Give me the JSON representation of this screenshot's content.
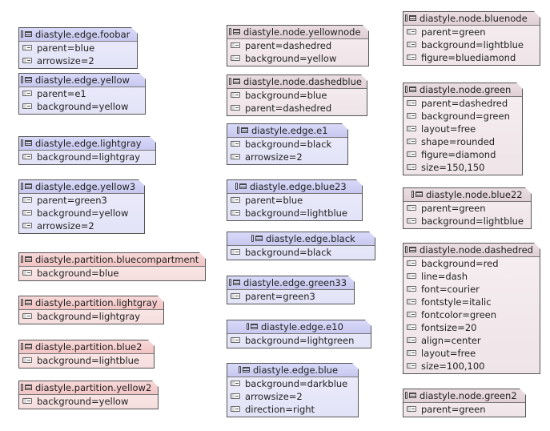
{
  "boxes": [
    {
      "title": "diastyle.edge.foobar",
      "props": [
        "parent=blue",
        "arrowsize=2"
      ]
    },
    {
      "title": "diastyle.edge.yellow",
      "props": [
        "parent=e1",
        "background=yellow"
      ]
    },
    {
      "title": "diastyle.edge.lightgray",
      "props": [
        "background=lightgray"
      ]
    },
    {
      "title": "diastyle.edge.yellow3",
      "props": [
        "parent=green3",
        "background=yellow",
        "arrowsize=2"
      ]
    },
    {
      "title": "diastyle.partition.bluecompartment",
      "props": [
        "background=blue"
      ]
    },
    {
      "title": "diastyle.partition.lightgray",
      "props": [
        "background=lightgray"
      ]
    },
    {
      "title": "diastyle.partition.blue2",
      "props": [
        "background=lightblue"
      ]
    },
    {
      "title": "diastyle.partition.yellow2",
      "props": [
        "background=yellow"
      ]
    },
    {
      "title": "diastyle.node.yellownode",
      "props": [
        "parent=dashedred",
        "background=yellow"
      ]
    },
    {
      "title": "diastyle.node.dashedblue",
      "props": [
        "background=blue",
        "parent=dashedred"
      ]
    },
    {
      "title": "diastyle.edge.e1",
      "props": [
        "background=black",
        "arrowsize=2"
      ]
    },
    {
      "title": "diastyle.edge.blue23",
      "props": [
        "parent=blue",
        "background=lightblue"
      ]
    },
    {
      "title": "diastyle.edge.black",
      "props": [
        "background=black"
      ]
    },
    {
      "title": "diastyle.edge.green33",
      "props": [
        "parent=green3"
      ]
    },
    {
      "title": "diastyle.edge.e10",
      "props": [
        "background=lightgreen"
      ]
    },
    {
      "title": "diastyle.edge.blue",
      "props": [
        "background=darkblue",
        "arrowsize=2",
        "direction=right"
      ]
    },
    {
      "title": "diastyle.node.bluenode",
      "props": [
        "parent=green",
        "background=lightblue",
        "figure=bluediamond"
      ]
    },
    {
      "title": "diastyle.node.green",
      "props": [
        "parent=dashedred",
        "background=green",
        "layout=free",
        "shape=rounded",
        "figure=diamond",
        "size=150,150"
      ]
    },
    {
      "title": "diastyle.node.blue22",
      "props": [
        "parent=green",
        "background=lightblue"
      ]
    },
    {
      "title": "diastyle.node.dashedred",
      "props": [
        "background=red",
        "line=dash",
        "font=courier",
        "fontstyle=italic",
        "fontcolor=green",
        "fontsize=20",
        "align=center",
        "layout=free",
        "size=100,100"
      ]
    },
    {
      "title": "diastyle.node.green2",
      "props": [
        "parent=green"
      ]
    }
  ]
}
